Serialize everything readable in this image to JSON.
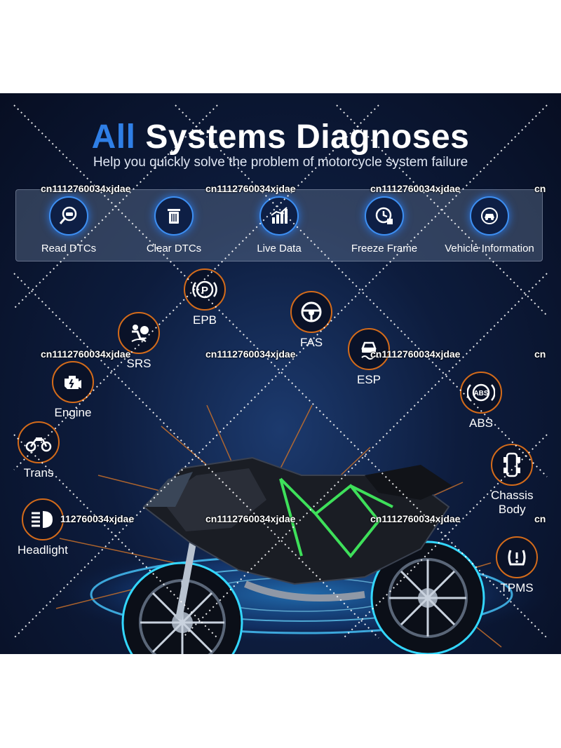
{
  "poster": {
    "title_accent": "All",
    "title_rest": "Systems Diagnoses",
    "subtitle": "Help you quickly solve the problem of motorcycle system failure"
  },
  "features": [
    {
      "label": "Read DTCs",
      "icon": "magnifier-car-icon"
    },
    {
      "label": "Clear DTCs",
      "icon": "trash-icon"
    },
    {
      "label": "Live Data",
      "icon": "bar-chart-icon"
    },
    {
      "label": "Freeze Frame",
      "icon": "clock-icon"
    },
    {
      "label": "Vehicle Information",
      "icon": "car-info-icon"
    }
  ],
  "systems": {
    "epb": {
      "label": "EPB",
      "icon": "parking-brake-icon"
    },
    "fas": {
      "label": "FAS",
      "icon": "steering-wheel-icon"
    },
    "srs": {
      "label": "SRS",
      "icon": "airbag-icon"
    },
    "esp": {
      "label": "ESP",
      "icon": "stability-control-icon"
    },
    "engine": {
      "label": "Engine",
      "icon": "engine-icon"
    },
    "abs": {
      "label": "ABS",
      "icon": "abs-icon"
    },
    "trans": {
      "label": "Trans",
      "icon": "motorcycle-icon"
    },
    "chassis": {
      "label_line1": "Chassis",
      "label_line2": "Body",
      "icon": "chassis-icon"
    },
    "headlight": {
      "label": "Headlight",
      "icon": "headlight-icon"
    },
    "tpms": {
      "label": "TPMS",
      "icon": "tire-pressure-icon"
    }
  },
  "watermark": {
    "text": "cn1112760034xjdae",
    "partial_left": "112760034xjdae",
    "partial_right": "cn"
  },
  "colors": {
    "accent_blue": "#2f7fe6",
    "ring_orange": "#d46b1a",
    "glow_cyan": "#31d6ff"
  }
}
